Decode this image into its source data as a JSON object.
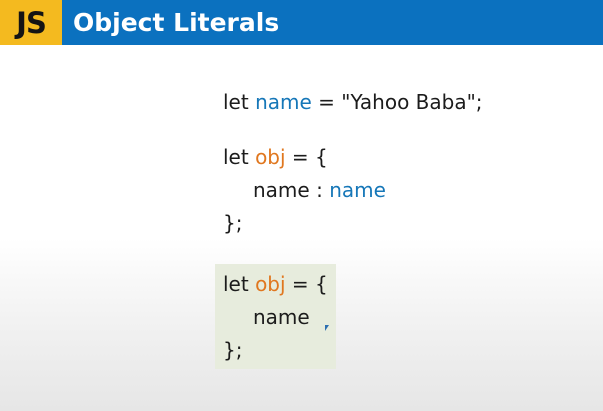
{
  "header": {
    "badge": "JS",
    "title": "Object Literals"
  },
  "code": {
    "block1": {
      "kw": "let",
      "var": "name",
      "rest": "= \"Yahoo Baba\";"
    },
    "block2": {
      "kw": "let",
      "var": "obj",
      "open": "= {",
      "key": "name :",
      "value": "name",
      "close": "};"
    },
    "block3": {
      "kw": "let",
      "var": "obj",
      "open": "= {",
      "key": "name",
      "close": "};"
    }
  }
}
